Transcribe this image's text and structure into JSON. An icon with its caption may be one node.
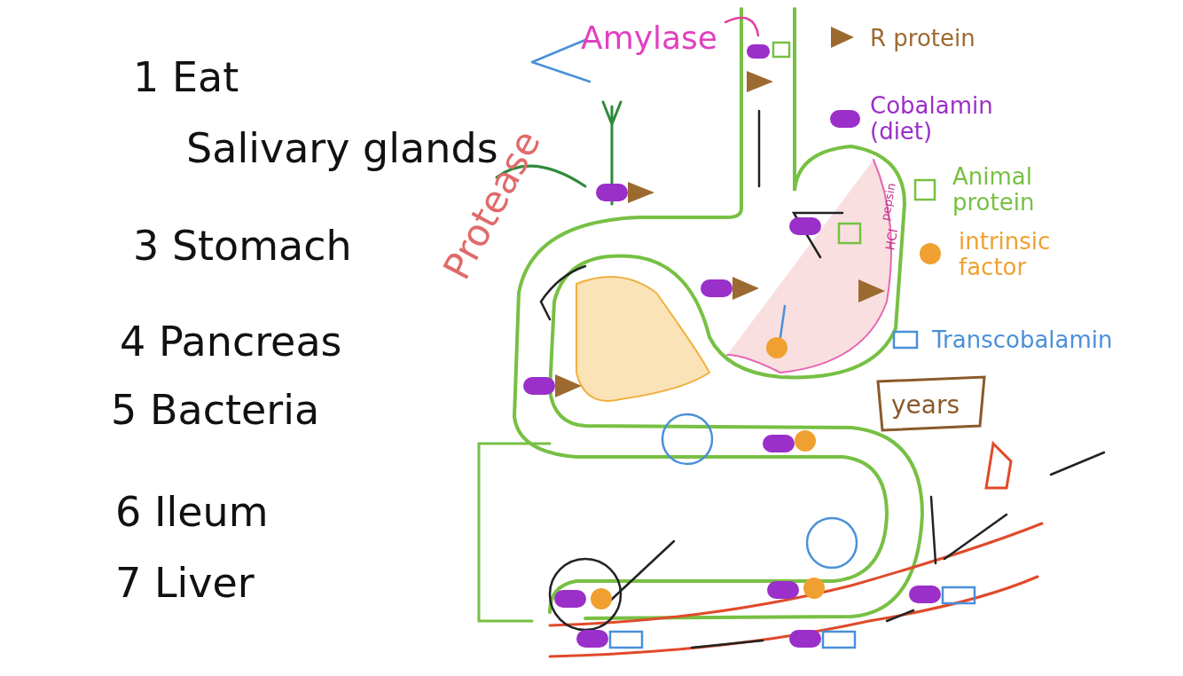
{
  "diagram": {
    "labels": [
      "1 Eat",
      "Salivary glands",
      "3 Stomach",
      "4 Pancreas",
      "5 Bacteria",
      "6 Ileum",
      "7 Liver",
      "Amylase",
      "Protease",
      "pepsin",
      "HCl",
      "years"
    ],
    "legend": [
      {
        "text": "R protein"
      },
      {
        "text": "Cobalamin (diet)"
      },
      {
        "text": "Animal protein"
      },
      {
        "text": "intrinsic factor"
      },
      {
        "text": "Transcobalamin"
      }
    ]
  }
}
